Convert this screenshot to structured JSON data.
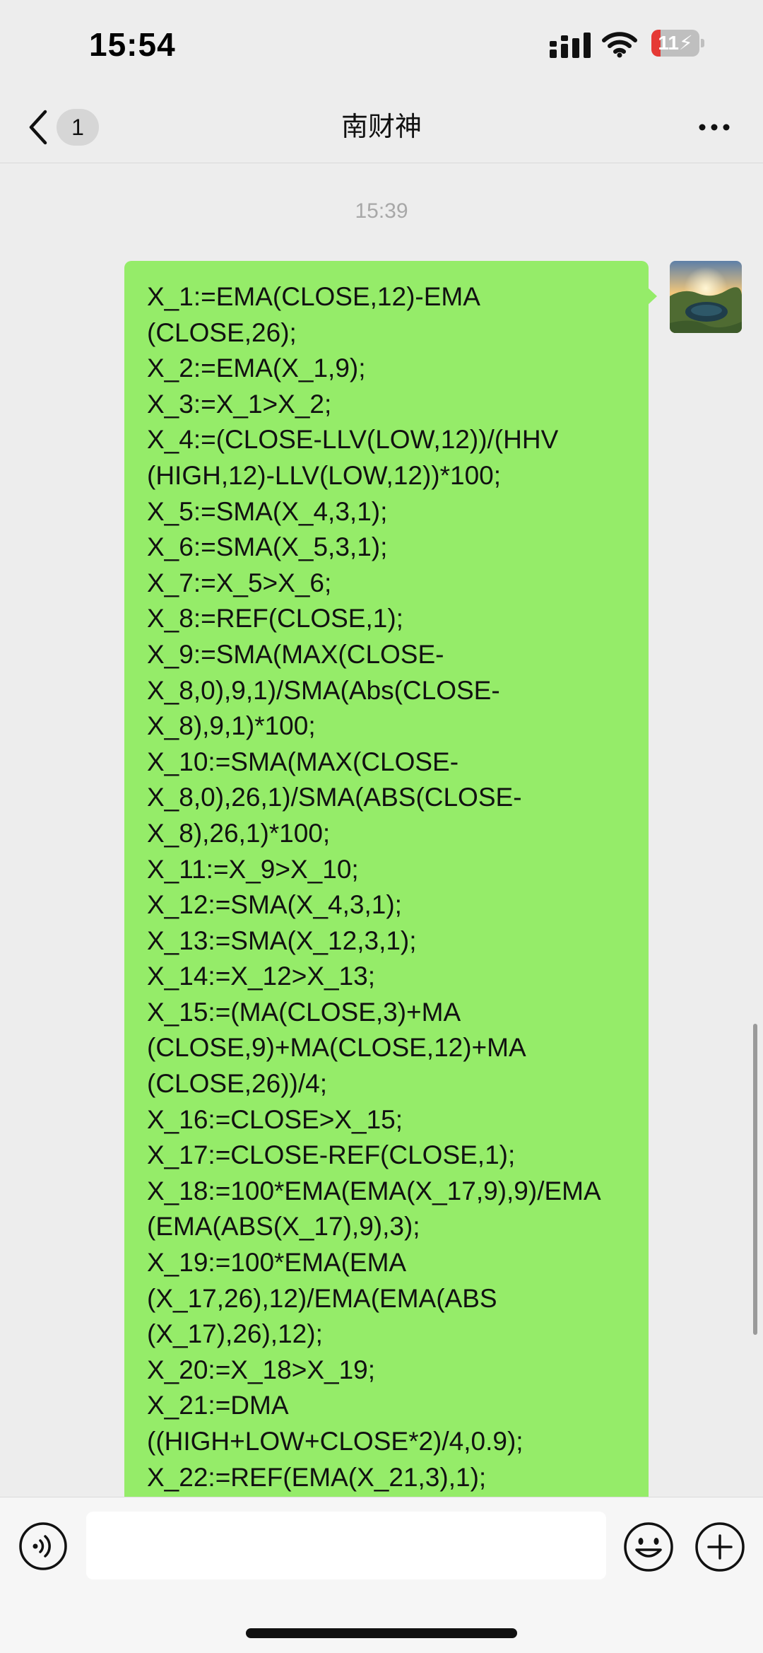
{
  "status_bar": {
    "time": "15:54",
    "battery": "11",
    "battery_level_percent": 11
  },
  "header": {
    "unread_count": "1",
    "title": "南财神"
  },
  "messages": {
    "timestamp": "15:39",
    "code_lines": [
      "X_1:=EMA(CLOSE,12)-EMA",
      "(CLOSE,26);",
      "X_2:=EMA(X_1,9);",
      "X_3:=X_1>X_2;",
      "X_4:=(CLOSE-LLV(LOW,12))/(HHV",
      "(HIGH,12)-LLV(LOW,12))*100;",
      "X_5:=SMA(X_4,3,1);",
      "X_6:=SMA(X_5,3,1);",
      "X_7:=X_5>X_6;",
      "X_8:=REF(CLOSE,1);",
      "X_9:=SMA(MAX(CLOSE-",
      "X_8,0),9,1)/SMA(Abs(CLOSE-",
      "X_8),9,1)*100;",
      "X_10:=SMA(MAX(CLOSE-",
      "X_8,0),26,1)/SMA(ABS(CLOSE-",
      "X_8),26,1)*100;",
      "X_11:=X_9>X_10;",
      "X_12:=SMA(X_4,3,1);",
      "X_13:=SMA(X_12,3,1);",
      "X_14:=X_12>X_13;",
      "X_15:=(MA(CLOSE,3)+MA",
      "(CLOSE,9)+MA(CLOSE,12)+MA",
      "(CLOSE,26))/4;",
      "X_16:=CLOSE>X_15;",
      "X_17:=CLOSE-REF(CLOSE,1);",
      "X_18:=100*EMA(EMA(X_17,9),9)/EMA",
      "(EMA(ABS(X_17),9),3);",
      "X_19:=100*EMA(EMA",
      "(X_17,26),12)/EMA(EMA(ABS",
      "(X_17),26),12);",
      "X_20:=X_18>X_19;",
      "X_21:=DMA",
      "((HIGH+LOW+CLOSE*2)/4,0.9);",
      "X_22:=REF(EMA(X_21,3),1);"
    ]
  },
  "input": {
    "value": "",
    "placeholder": ""
  },
  "icons": {
    "back": "chevron-left-icon",
    "more": "ellipsis-icon",
    "voice": "voice-icon",
    "emoji": "emoji-icon",
    "plus": "plus-circle-icon",
    "signal": "signal-icon",
    "wifi": "wifi-icon",
    "battery": "battery-icon"
  },
  "colors": {
    "background": "#ededed",
    "bubble": "#95ec69",
    "battery_low": "#e53935",
    "timestamp": "#a8a8a8"
  }
}
